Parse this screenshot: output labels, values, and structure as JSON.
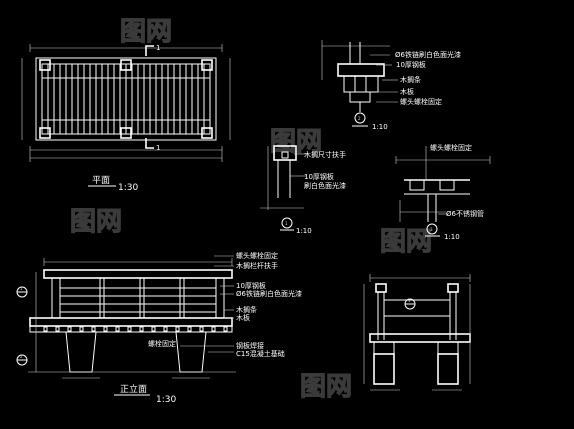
{
  "titles": {
    "plan": "平面",
    "plan_scale": "1:30",
    "elevation": "正立面",
    "elevation_scale": "1:30",
    "detail1_scale": "1:10",
    "detail2_scale": "1:10",
    "detail3_scale": "1:10"
  },
  "markers": {
    "detail1": "2",
    "detail2": "1",
    "detail3": "3",
    "elev_ref1": "1",
    "elev_ref2": "2",
    "section_ref": "1"
  },
  "annotations": {
    "d1_a": "Ø6铁链刷白色面光漆",
    "d1_b": "10厚钢板",
    "d1_c": "木搁条",
    "d1_d": "木板",
    "d1_e": "螺头螺栓固定",
    "d2_a": "木搁尺寸扶手",
    "d2_b": "10厚钢板",
    "d2_c": "刷白色面光漆",
    "d3_a": "螺头螺栓固定",
    "d3_b": "Ø6不锈钢管",
    "e_a": "螺头螺栓固定",
    "e_b": "木搁栏杆扶手",
    "e_c": "10厚钢板",
    "e_d": "Ø6铁链刷白色面光漆",
    "e_e": "木搁条",
    "e_f": "木板",
    "e_g": "螺栓固定",
    "e_h": "钢板焊接",
    "e_i": "C15混凝土基础"
  },
  "watermark": "图网"
}
